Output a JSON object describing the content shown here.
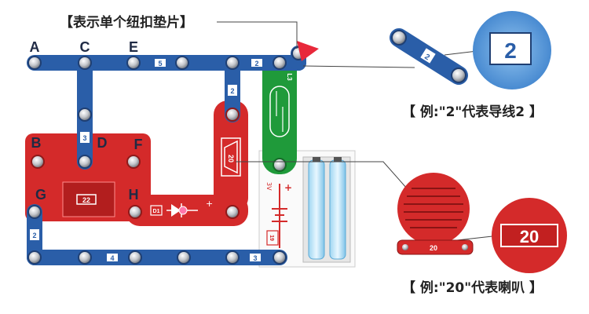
{
  "annotations": {
    "single_snap": "【表示单个纽扣垫片】",
    "wire_example": "【 例:\"2\"代表导线2 】",
    "speaker_example": "【 例:\"20\"代表喇叭 】"
  },
  "points": {
    "A": "A",
    "B": "B",
    "C": "C",
    "D": "D",
    "E": "E",
    "F": "F",
    "G": "G",
    "H": "H"
  },
  "parts": {
    "wire_top_right": "2",
    "wire_top_mid": "5",
    "wire_short": "2",
    "wire_vertical": "3",
    "wire_left": "2",
    "wire_bottom_mid": "4",
    "wire_bottom_right": "3",
    "reed_switch": "L3",
    "speaker": "20",
    "base": "22",
    "led": "D1",
    "battery": "19",
    "battery_voltage": "3V",
    "zoom_wire": "2",
    "zoom_speaker": "20"
  },
  "colors": {
    "wire": "#2a5ea8",
    "red": "#d42a2a",
    "green": "#1f9a3a",
    "snap": "#b9bcc2"
  }
}
